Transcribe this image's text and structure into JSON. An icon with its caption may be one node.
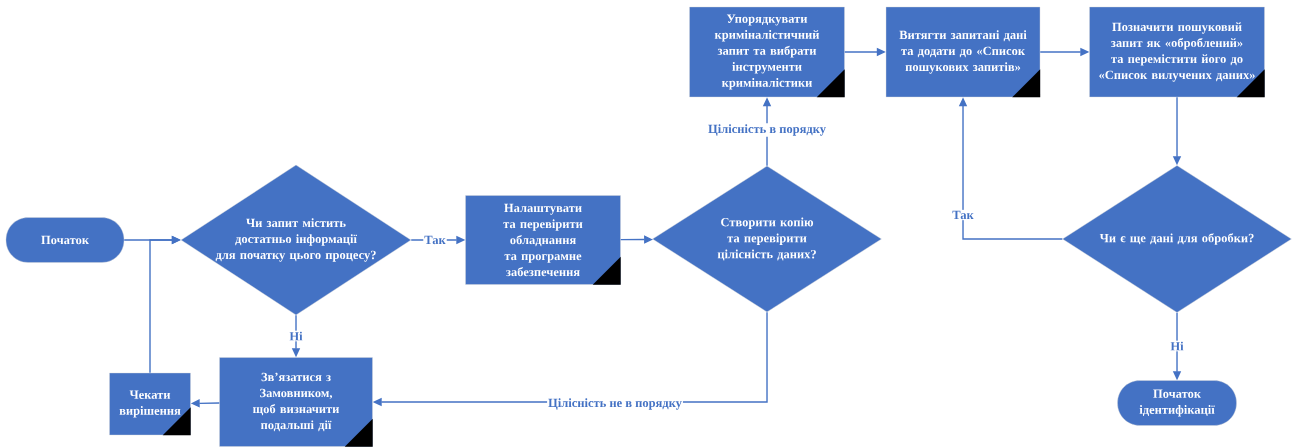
{
  "diagram": {
    "nodes": [
      {
        "text": [
          "Початок"
        ]
      },
      {
        "text": [
          "Чи запит містить достатньо інформації для початку цього процесу?"
        ]
      },
      {
        "text": [
          "Налаштувати та перевірити обладнання та програмне забезпечення"
        ]
      },
      {
        "text": [
          "Створити копію та перевірити цілісність даних?"
        ]
      },
      {
        "text": [
          "Упорядкувати криміналістичний запит та вибрати інструменти криміналістики"
        ]
      },
      {
        "text": [
          "Витягти запитані дані та додати до «Список пошукових запитів»"
        ]
      },
      {
        "text": [
          "Позначити пошуковий запит як «оброблений» та перемістити його до «Список вилучених даних»"
        ]
      },
      {
        "text": [
          "Чи є ще дані для обробки?"
        ]
      },
      {
        "text": [
          "Початок ідентифікації"
        ]
      },
      {
        "text": [
          "Зв’язатися з Замовником, щоб визначити подальші дії"
        ]
      },
      {
        "text": [
          "Чекати вирішення"
        ]
      }
    ],
    "edges": [
      {
        "from": 0,
        "to": 1,
        "arrow": "to"
      },
      {
        "from": 1,
        "to": 2,
        "arrow": "to",
        "label": "Так"
      },
      {
        "from": 1,
        "to": 9,
        "arrow": "to",
        "label": "Ні"
      },
      {
        "from": 2,
        "to": 3,
        "arrow": "to"
      },
      {
        "from": 3,
        "to": 4,
        "arrow": "to",
        "label": "Цілісність в порядку"
      },
      {
        "from": 3,
        "to": 9,
        "arrow": "to",
        "label": "Цілісність не в порядку"
      },
      {
        "from": 4,
        "to": 5,
        "arrow": "to"
      },
      {
        "from": 5,
        "to": 6,
        "arrow": "to"
      },
      {
        "from": 6,
        "to": 7,
        "arrow": "to"
      },
      {
        "from": 7,
        "to": 5,
        "arrow": "to",
        "label": "Так"
      },
      {
        "from": 7,
        "to": 8,
        "arrow": "to",
        "label": "Ні"
      },
      {
        "from": 9,
        "to": 10,
        "arrow": "to"
      },
      {
        "from": 10,
        "to": 1,
        "arrow": "to"
      }
    ]
  }
}
